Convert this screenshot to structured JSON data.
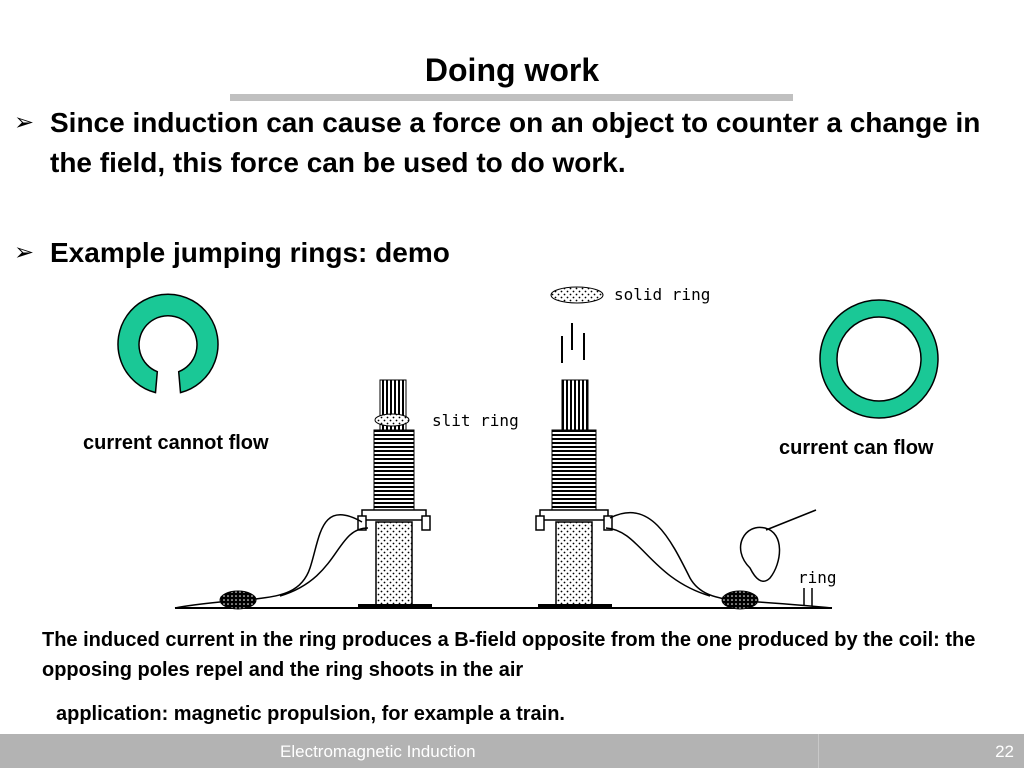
{
  "title": "Doing work",
  "bullets": [
    {
      "marker": "➢",
      "text": "Since induction can cause a force on an object to counter a change in the field, this force can be used to do work."
    },
    {
      "marker": "➢",
      "text": "Example jumping rings: demo"
    }
  ],
  "labels": {
    "current_cannot_flow": "current cannot flow",
    "current_can_flow": "current can flow"
  },
  "diagram": {
    "solid_ring": "solid ring",
    "slit_ring": "slit ring",
    "ring": "ring"
  },
  "caption": "The induced current in the ring produces a B-field opposite from the one produced by the coil: the opposing poles repel and the ring shoots in the air",
  "application": "application: magnetic propulsion, for example a train.",
  "footer": {
    "title": "Electromagnetic Induction",
    "page": "22"
  },
  "colors": {
    "ring_fill": "#1ac896",
    "ring_stroke": "#000000",
    "title_rule": "#c0c0c0",
    "footer_bg": "#b3b3b3"
  }
}
